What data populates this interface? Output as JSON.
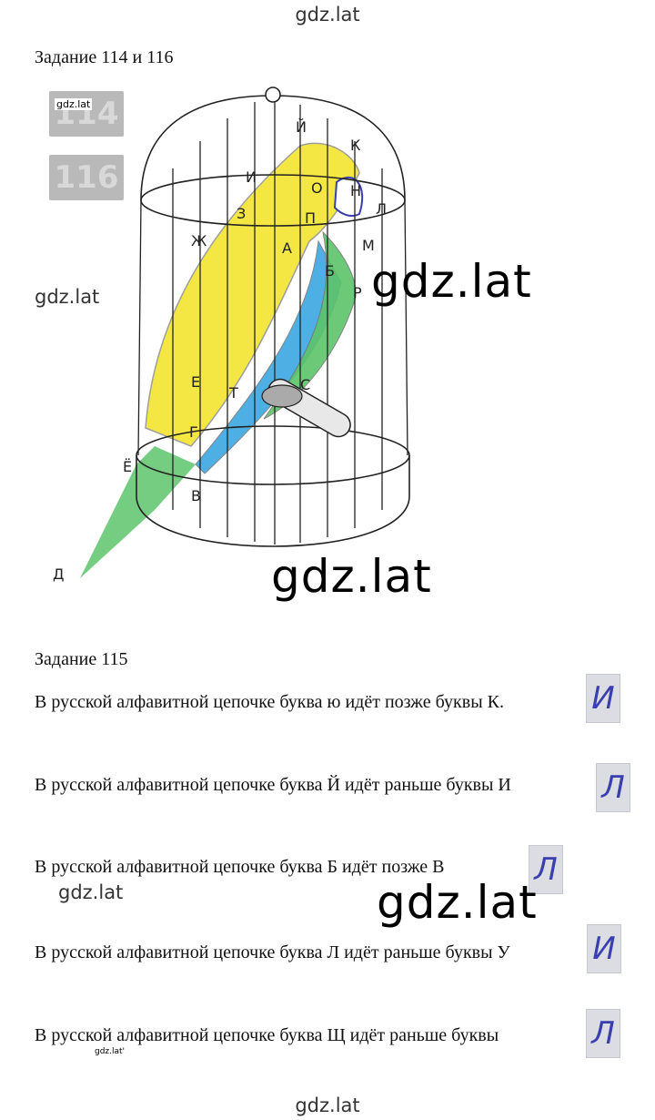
{
  "watermarks": {
    "top": "gdz.lat",
    "bottom": "gdz.lat",
    "left": "gdz.lat",
    "big1": "gdz.lat",
    "big2": "gdz.lat",
    "big3": "gdz.lat",
    "mid": "gdz.lat",
    "tiny1": "gdz.lat",
    "tiny2": "gdz.lat'"
  },
  "task_114_116": {
    "heading": "Задание 114 и 116",
    "number_badges": [
      "114",
      "116"
    ],
    "dot_letters": [
      "Й",
      "К",
      "И",
      "О",
      "Н",
      "З",
      "П",
      "Л",
      "Ж",
      "А",
      "М",
      "Б",
      "Р",
      "Е",
      "Т",
      "С",
      "Г",
      "Ё",
      "В",
      "Д"
    ]
  },
  "task_115": {
    "heading": "Задание 115",
    "statements": [
      {
        "text": "В русской алфавитной цепочке буква ю идёт позже буквы К.",
        "answer": "И"
      },
      {
        "text": "В русской алфавитной цепочке буква Й идёт раньше буквы И",
        "answer": "Л"
      },
      {
        "text": "В русской алфавитной цепочке буква Б идёт позже В",
        "answer": "Л"
      },
      {
        "text": "В русской алфавитной цепочке буква Л идёт раньше буквы У",
        "answer": "И"
      },
      {
        "text": "В русской алфавитной цепочке буква Щ идёт раньше буквы",
        "answer": "Л"
      }
    ]
  },
  "colors": {
    "parrot_yellow": "#f4e63a",
    "parrot_blue": "#3aa7e0",
    "parrot_green": "#5cc46a",
    "handwriting": "#3a3fb0"
  }
}
